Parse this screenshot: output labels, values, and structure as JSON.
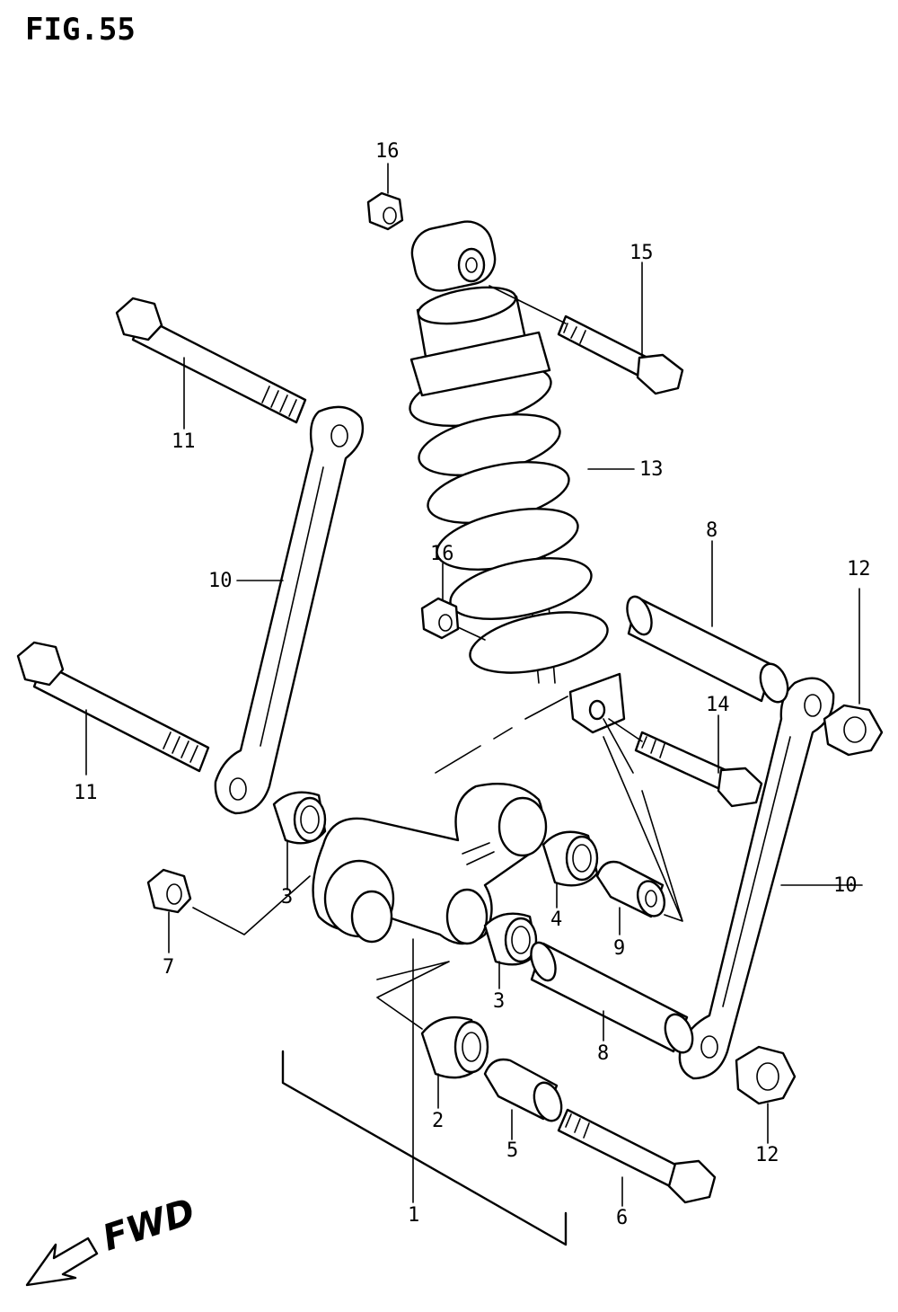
{
  "figure_label": "FIG.55",
  "direction_label": "FWD",
  "callouts": [
    {
      "part": "16"
    },
    {
      "part": "15"
    },
    {
      "part": "11"
    },
    {
      "part": "13"
    },
    {
      "part": "10"
    },
    {
      "part": "8"
    },
    {
      "part": "12"
    },
    {
      "part": "16"
    },
    {
      "part": "14"
    },
    {
      "part": "11"
    },
    {
      "part": "3"
    },
    {
      "part": "4"
    },
    {
      "part": "7"
    },
    {
      "part": "9"
    },
    {
      "part": "3"
    },
    {
      "part": "10"
    },
    {
      "part": "8"
    },
    {
      "part": "2"
    },
    {
      "part": "5"
    },
    {
      "part": "12"
    },
    {
      "part": "1"
    },
    {
      "part": "6"
    }
  ]
}
